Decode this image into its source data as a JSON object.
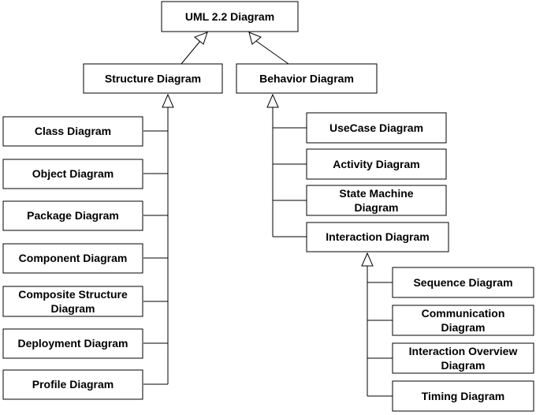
{
  "nodes": {
    "uml": {
      "lines": [
        "UML 2.2 Diagram"
      ]
    },
    "structure": {
      "lines": [
        "Structure Diagram"
      ]
    },
    "behavior": {
      "lines": [
        "Behavior Diagram"
      ]
    },
    "class": {
      "lines": [
        "Class Diagram"
      ]
    },
    "object": {
      "lines": [
        "Object Diagram"
      ]
    },
    "package": {
      "lines": [
        "Package Diagram"
      ]
    },
    "component": {
      "lines": [
        "Component Diagram"
      ]
    },
    "composite": {
      "lines": [
        "Composite Structure",
        "Diagram"
      ]
    },
    "deployment": {
      "lines": [
        "Deployment Diagram"
      ]
    },
    "profile": {
      "lines": [
        "Profile Diagram"
      ]
    },
    "usecase": {
      "lines": [
        "UseCase Diagram"
      ]
    },
    "activity": {
      "lines": [
        "Activity Diagram"
      ]
    },
    "statemachine": {
      "lines": [
        "State Machine",
        "Diagram"
      ]
    },
    "interaction": {
      "lines": [
        "Interaction Diagram"
      ]
    },
    "sequence": {
      "lines": [
        "Sequence Diagram"
      ]
    },
    "communication": {
      "lines": [
        "Communication",
        "Diagram"
      ]
    },
    "intoverview": {
      "lines": [
        "Interaction Overview",
        "Diagram"
      ]
    },
    "timing": {
      "lines": [
        "Timing Diagram"
      ]
    }
  }
}
